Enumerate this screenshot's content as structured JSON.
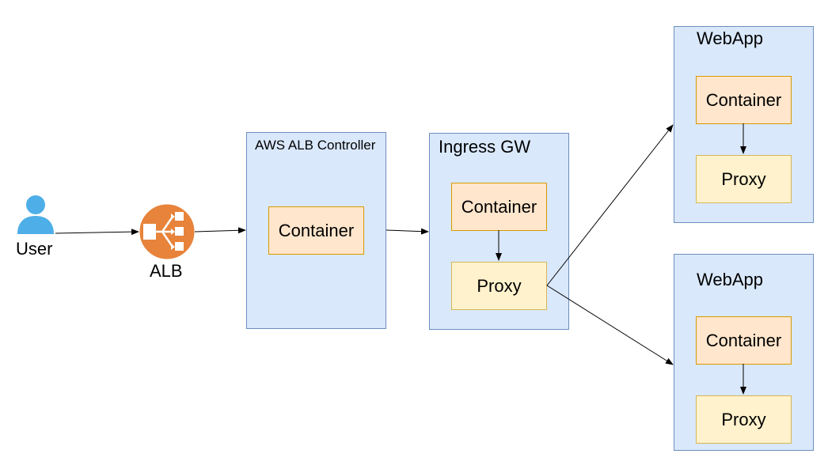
{
  "colors": {
    "group_fill": "#dae8fc",
    "group_border": "#6c8ebf",
    "container_fill": "#ffe6cc",
    "container_border": "#d79b00",
    "proxy_fill": "#fff2cc",
    "proxy_border": "#d6b656",
    "user_icon": "#4eaee8",
    "alb_icon": "#e7833a",
    "edge": "#000000"
  },
  "icons": {
    "user": "user-icon",
    "alb": "load-balancer-icon"
  },
  "user": {
    "label": "User"
  },
  "alb": {
    "label": "ALB"
  },
  "alb_controller": {
    "title": "AWS ALB Controller",
    "container_label": "Container"
  },
  "ingress_gw": {
    "title": "Ingress GW",
    "container_label": "Container",
    "proxy_label": "Proxy"
  },
  "webapps": [
    {
      "title": "WebApp",
      "container_label": "Container",
      "proxy_label": "Proxy"
    },
    {
      "title": "WebApp",
      "container_label": "Container",
      "proxy_label": "Proxy"
    }
  ]
}
